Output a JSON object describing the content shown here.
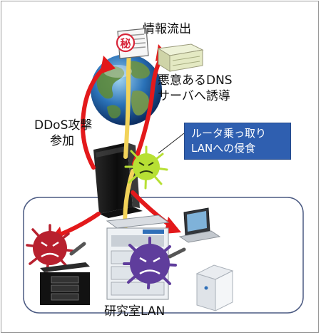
{
  "labels": {
    "info_leak": "情報流出",
    "dns_line1": "悪意あるDNS",
    "dns_line2": "サーバへ誘導",
    "ddos_line1": "DDoS攻撃",
    "ddos_line2": "参加",
    "callout_line1": "ルータ乗っ取り",
    "callout_line2": "LANへの侵食",
    "lan": "研究室LAN",
    "stamp": "秘"
  },
  "colors": {
    "arrow_red": "#e3191b",
    "arrow_yellow": "#f2d35a",
    "callout_bg": "#2f5fb0",
    "lan_border": "#4b5a82",
    "virus_red": "#b8202e",
    "virus_purple": "#5f3d9c",
    "virus_green": "#b7e034"
  },
  "icons": [
    "document-secret-icon",
    "dns-server-icon",
    "globe-icon",
    "router-icon",
    "virus-icon",
    "laptop-icon",
    "printer-icon",
    "server-tower-icon",
    "desktop-pc-icon"
  ]
}
